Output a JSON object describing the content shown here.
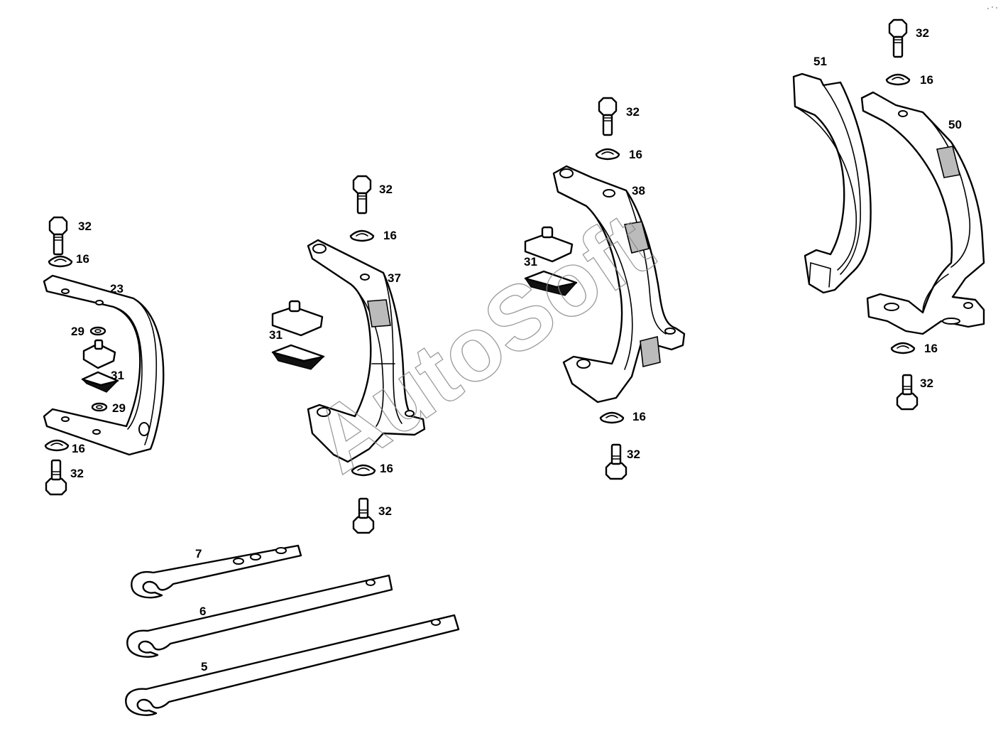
{
  "watermark": "AutoSoft",
  "labels": {
    "g1_bolt_top": "32",
    "g1_washer_top": "16",
    "g1_fork": "23",
    "g1_washer_a": "29",
    "g1_pad": "31",
    "g1_washer_b": "29",
    "g1_washer_bot": "16",
    "g1_bolt_bot": "32",
    "g2_bolt_top": "32",
    "g2_washer_top": "16",
    "g2_fork": "37",
    "g2_pads": "31",
    "g2_washer_bot": "16",
    "g2_bolt_bot": "32",
    "g3_bolt_top": "32",
    "g3_washer_top": "16",
    "g3_fork": "38",
    "g3_pads": "31",
    "g3_washer_bot": "16",
    "g3_bolt_bot": "32",
    "g4_bolt_top": "32",
    "g4_washer_top": "16",
    "g4_fork_front": "51",
    "g4_fork_back": "50",
    "g4_washer_bot": "16",
    "g4_bolt_bot": "32",
    "tool_short": "7",
    "tool_medium": "6",
    "tool_long": "5"
  }
}
